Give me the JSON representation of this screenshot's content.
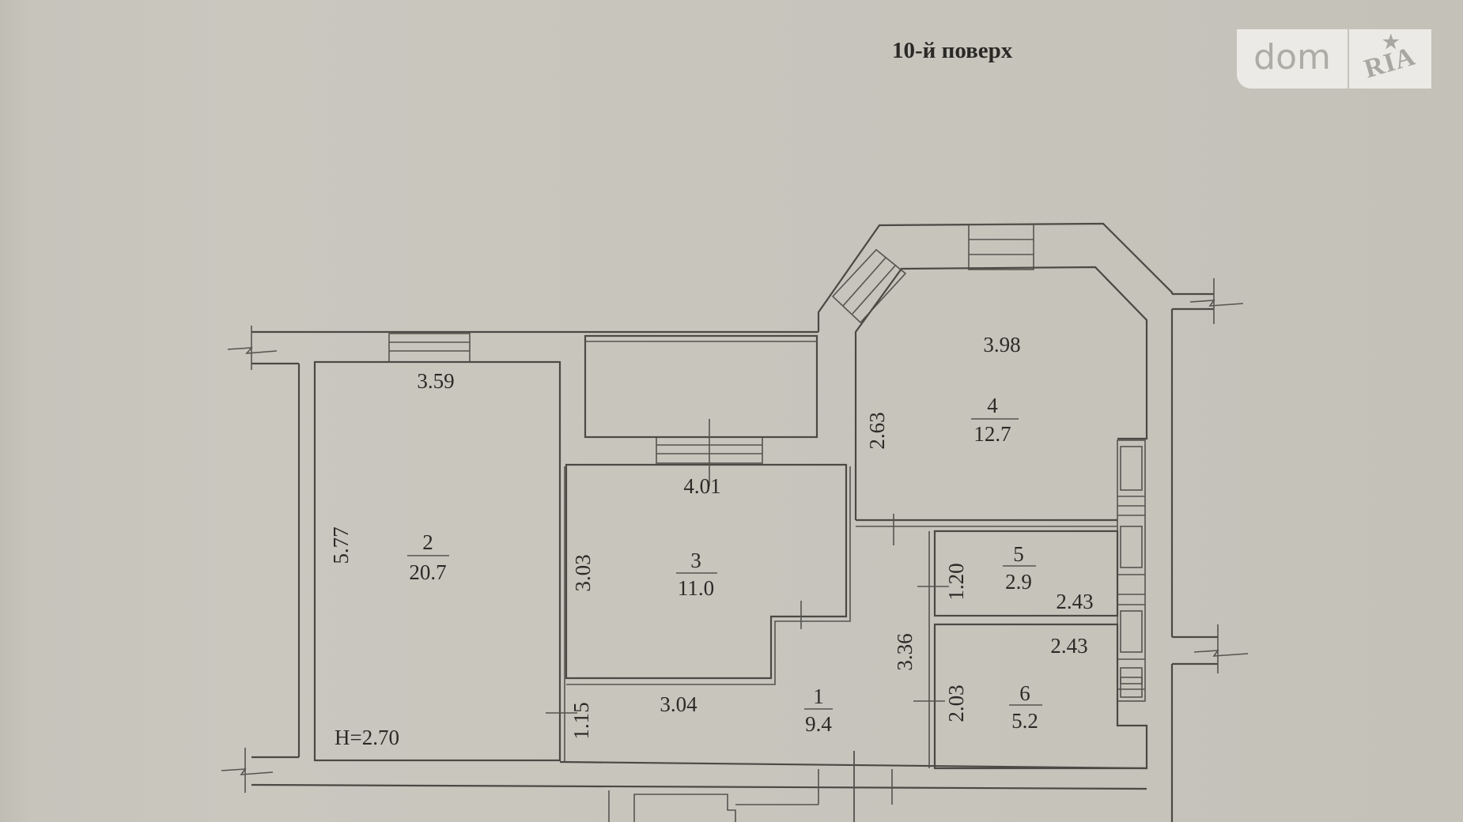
{
  "floor_title": "10-й поверх",
  "logo": {
    "left": "dom",
    "right": "RIA",
    "star_icon": "★"
  },
  "ceiling_height": "H=2.70",
  "rooms": [
    {
      "number": "1",
      "area": "9.4"
    },
    {
      "number": "2",
      "area": "20.7"
    },
    {
      "number": "3",
      "area": "11.0"
    },
    {
      "number": "4",
      "area": "12.7"
    },
    {
      "number": "5",
      "area": "2.9"
    },
    {
      "number": "6",
      "area": "5.2"
    }
  ],
  "dimensions": {
    "room2_width": "3.59",
    "room2_length": "5.77",
    "room3_width": "4.01",
    "room3_length": "3.03",
    "room4_width": "3.98",
    "room4_length": "2.63",
    "room1_width": "3.04",
    "room1_small": "1.15",
    "room1_length": "3.36",
    "room5_length": "1.20",
    "room5_width": "2.43",
    "room6_width": "2.43",
    "room6_length": "2.03"
  },
  "colors": {
    "background": "#c6c4bb",
    "lines": "#4a4944",
    "text": "#2b2a27",
    "logo_bg": "#ebeae6"
  }
}
